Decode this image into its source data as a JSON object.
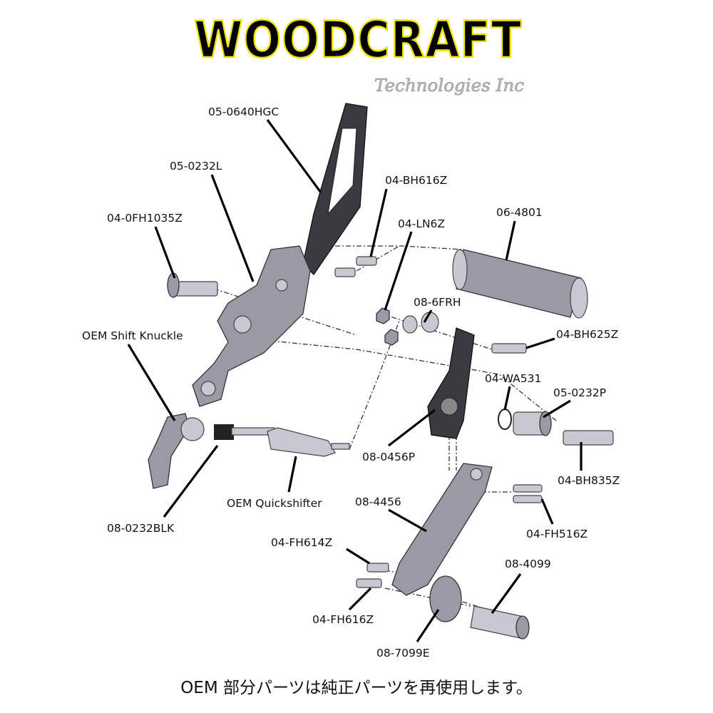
{
  "logo": {
    "brand": "WOODCRAFT",
    "subtitle": "Technologies Inc",
    "outline_color": "#f2e200"
  },
  "labels": {
    "p05_0640HGC": "05-0640HGC",
    "p05_0232L": "05-0232L",
    "p04_0FH1035Z": "04-0FH1035Z",
    "p04_BH616Z": "04-BH616Z",
    "p04_LN6Z": "04-LN6Z",
    "p06_4801": "06-4801",
    "p08_6FRH": "08-6FRH",
    "p04_BH625Z": "04-BH625Z",
    "oem_shift_knuckle": "OEM Shift Knuckle",
    "p04_WA531": "04-WA531",
    "p05_0232P": "05-0232P",
    "p08_0456P": "08-0456P",
    "p04_BH835Z": "04-BH835Z",
    "oem_quickshifter": "OEM Quickshifter",
    "p08_0232BLK": "08-0232BLK",
    "p08_4456": "08-4456",
    "p04_FH516Z": "04-FH516Z",
    "p04_FH614Z": "04-FH614Z",
    "p08_4099": "08-4099",
    "p04_FH616Z": "04-FH616Z",
    "p08_7099E": "08-7099E"
  },
  "footer": "OEM 部分パーツは純正パーツを再使用します。"
}
